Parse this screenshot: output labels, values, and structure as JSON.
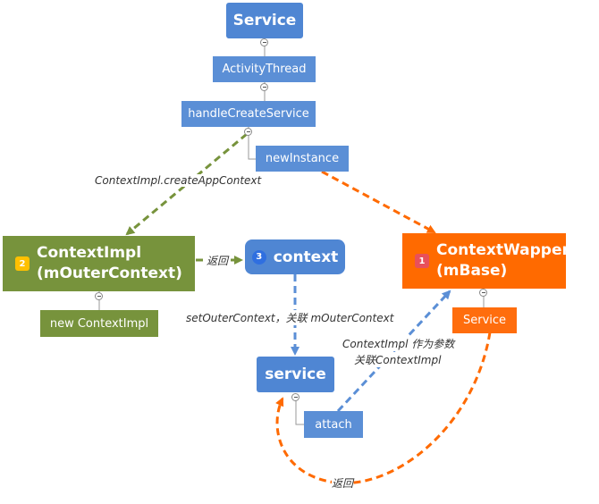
{
  "nodes": {
    "service_top": "Service",
    "activity_thread": "ActivityThread",
    "handle_create_service": "handleCreateService",
    "new_instance": "newInstance",
    "context_impl_line1": "ContextImpl",
    "context_impl_line2": "(mOuterContext)",
    "context_impl_badge": "2",
    "new_context_impl": "new ContextImpl",
    "context": "context",
    "context_badge": "3",
    "context_wapper_line1": "ContextWapper",
    "context_wapper_line2": "(mBase)",
    "context_wapper_badge": "1",
    "service_right": "Service",
    "service_mid": "service",
    "attach": "attach"
  },
  "labels": {
    "create_app_context": "ContextImpl.createAppContext",
    "return_left": "返回",
    "set_outer_context": "setOuterContext，关联 mOuterContext",
    "as_param_line1": "ContextImpl 作为参数",
    "as_param_line2": "关联ContextImpl",
    "return_bottom": "返回"
  },
  "colors": {
    "blue": "#5b8fd6",
    "green": "#77933c",
    "orange": "#ff6a00",
    "green_arrow": "#77933c",
    "blue_arrow": "#5b8fd6",
    "orange_arrow": "#ff6a00"
  }
}
